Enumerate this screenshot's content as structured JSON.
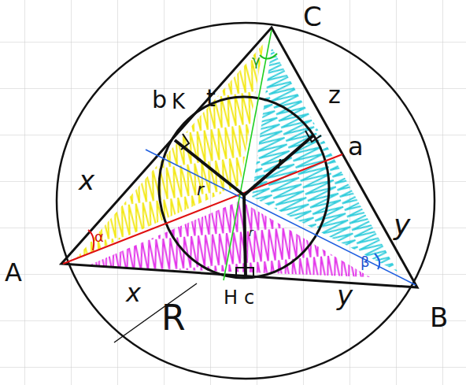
{
  "diagram": {
    "labels": [
      "C",
      "b",
      "K",
      "t",
      "z",
      "a",
      "x",
      "r",
      "r",
      "r",
      "y",
      "A",
      "α",
      "β",
      "γ",
      "x",
      "H",
      "c",
      "y",
      "R",
      "B"
    ]
  }
}
